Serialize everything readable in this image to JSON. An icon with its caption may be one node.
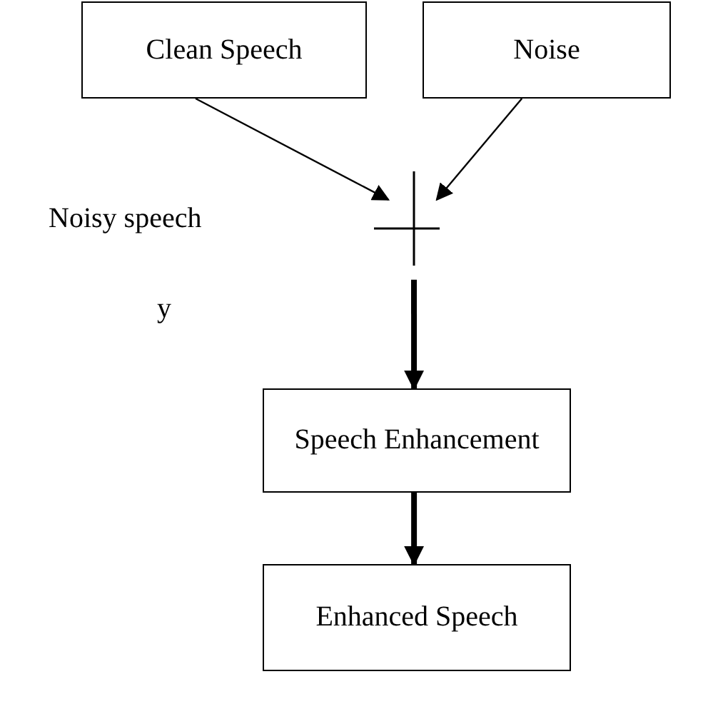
{
  "diagram": {
    "nodes": [
      {
        "text": [
          "Clean Speech"
        ]
      },
      {
        "text": [
          "Noise"
        ]
      },
      {
        "text": [],
        "shape": "cross"
      },
      {
        "text": [
          "Speech Enhancement"
        ]
      },
      {
        "text": [
          "Enhanced Speech"
        ]
      }
    ],
    "edges": [
      {
        "from": 0,
        "to": 2,
        "arrow": "to"
      },
      {
        "from": 1,
        "to": 2,
        "arrow": "to"
      },
      {
        "from": 2,
        "to": 3,
        "arrow": "to",
        "style": "thick"
      },
      {
        "from": 3,
        "to": 4,
        "arrow": "to",
        "style": "thick"
      }
    ],
    "labels": [
      "Noisy speech",
      "y"
    ]
  }
}
